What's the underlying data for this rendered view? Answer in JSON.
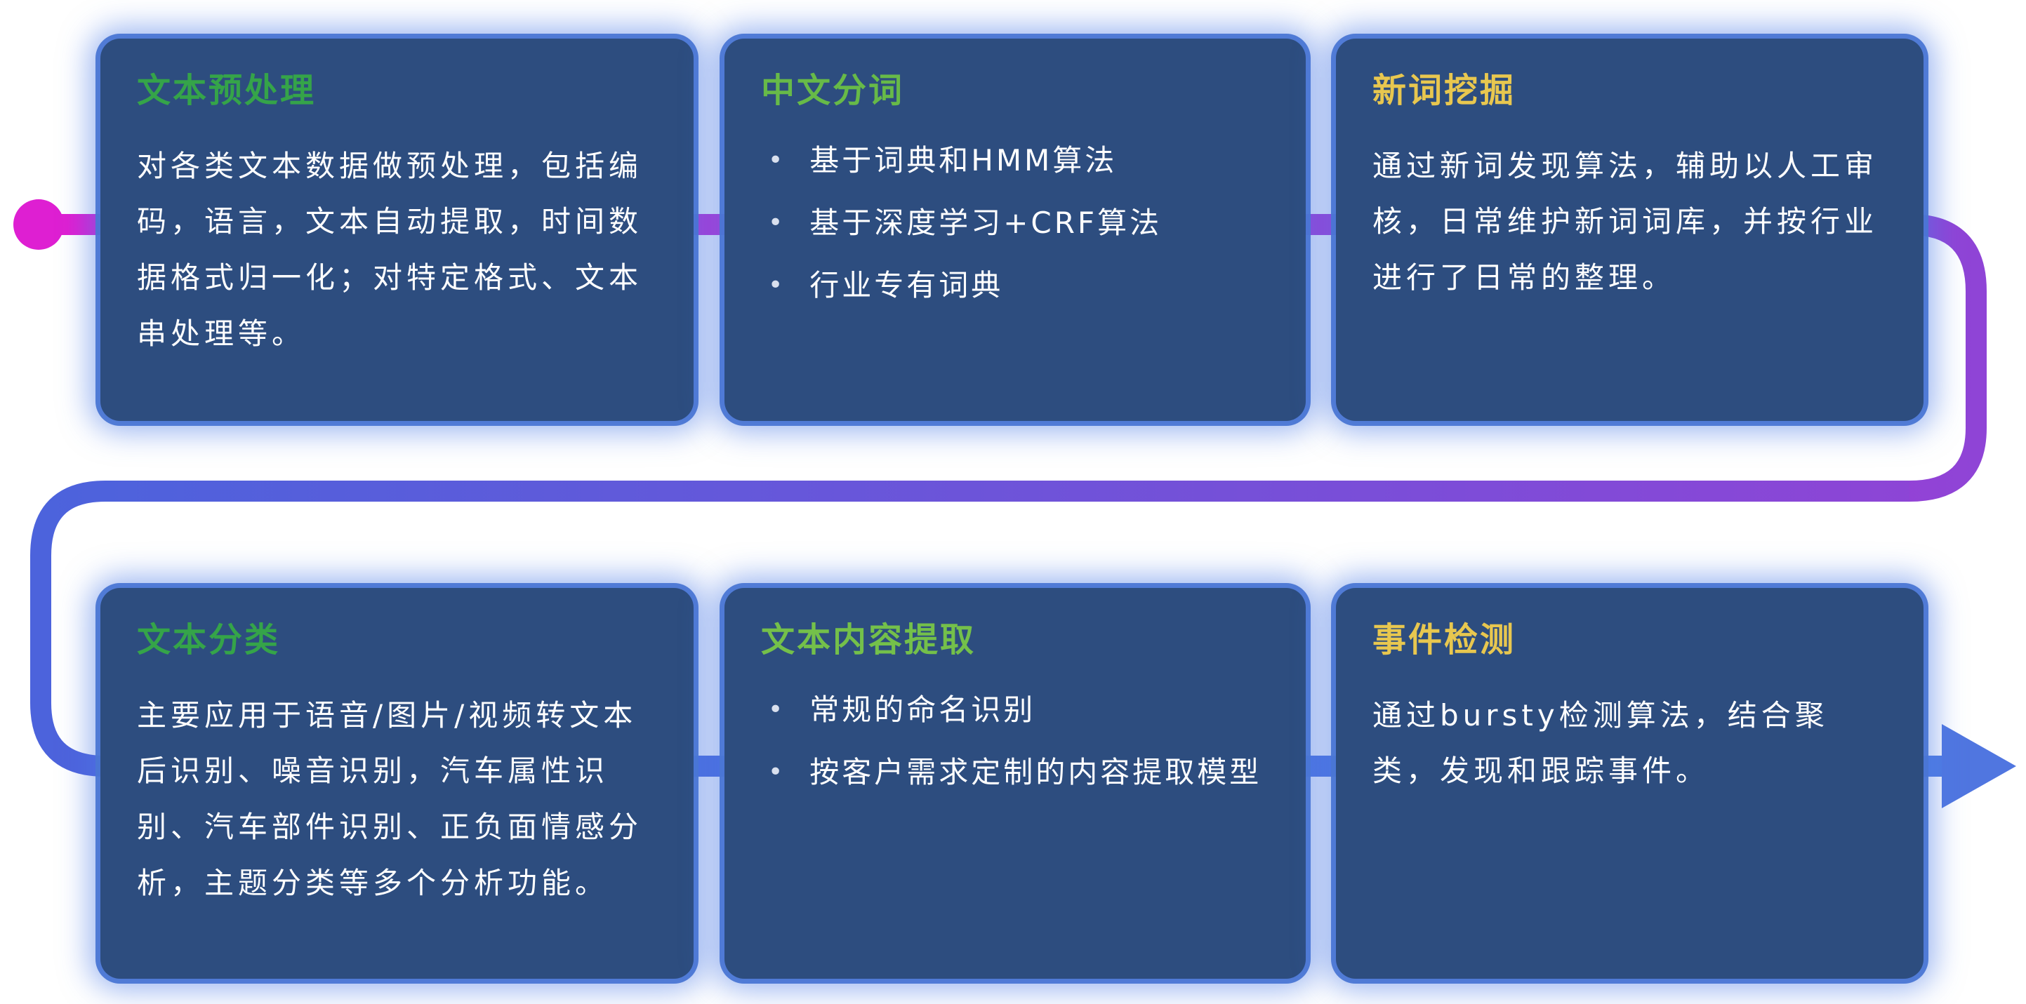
{
  "palette": {
    "page_background": "#ffffff",
    "card_background": "#2d4d7f",
    "card_glow": "#4a76d4",
    "body_text": "#ffffff",
    "title_green_dark": "#35a449",
    "title_green_light": "#74c04a",
    "title_yellow": "#e8c74f"
  },
  "flow": {
    "start_color": "#e11ed2",
    "dot_color": "#de1fd2",
    "mid_color": "#8f44d6",
    "blue_color": "#4c63dc",
    "end_color": "#4f7ce2",
    "arrow_color": "#5076e0"
  },
  "ui": {
    "bullet_char": "•"
  },
  "cards": [
    {
      "title": "文本预处理",
      "title_color": "#35a449",
      "body": "对各类文本数据做预处理，包括编码，语言，文本自动提取，时间数据格式归一化；对特定格式、文本串处理等。",
      "bullets": []
    },
    {
      "title": "中文分词",
      "title_color": "#67ba48",
      "body": "",
      "bullets": [
        "基于词典和HMM算法",
        "基于深度学习+CRF算法",
        "行业专有词典"
      ]
    },
    {
      "title": "新词挖掘",
      "title_color": "#e8c74f",
      "body": "通过新词发现算法，辅助以人工审核，日常维护新词词库，并按行业进行了日常的整理。",
      "bullets": []
    },
    {
      "title": "文本分类",
      "title_color": "#35a449",
      "body": "主要应用于语音/图片/视频转文本后识别、噪音识别，汽车属性识别、汽车部件识别、正负面情感分析，主题分类等多个分析功能。",
      "bullets": []
    },
    {
      "title": "文本内容提取",
      "title_color": "#74c04a",
      "body": "",
      "bullets": [
        "常规的命名识别",
        "按客户需求定制的内容提取模型"
      ]
    },
    {
      "title": "事件检测",
      "title_color": "#e8c74f",
      "body": "通过bursty检测算法，结合聚类，发现和跟踪事件。",
      "bullets": []
    }
  ]
}
